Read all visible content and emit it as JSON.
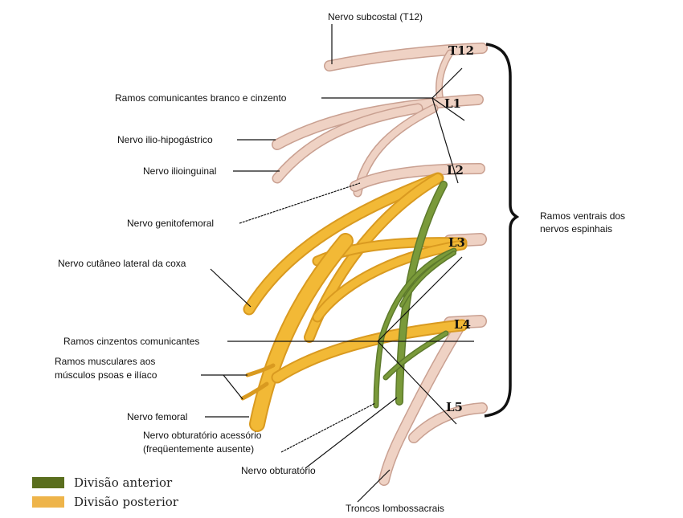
{
  "colors": {
    "nerve_sensory": "#efd2c4",
    "nerve_sensory_edge": "#c9a091",
    "anterior_division": "#7a9a3a",
    "anterior_division_edge": "#5d7a2c",
    "posterior_division": "#f2b936",
    "posterior_division_edge": "#d99a20",
    "legend_anterior": "#5a6e1e",
    "legend_posterior": "#eeb44a",
    "leader_line": "#111111"
  },
  "roots": [
    "T12",
    "L1",
    "L2",
    "L3",
    "L4",
    "L5"
  ],
  "labels": {
    "subcostal": "Nervo subcostal (T12)",
    "rami_white_gray": "Ramos comunicantes branco e cinzento",
    "iliohypogastric": "Nervo ilio-hipogástrico",
    "ilioinguinal": "Nervo ilioinguinal",
    "genitofemoral": "Nervo genitofemoral",
    "lateral_cutaneous": "Nervo cutâneo lateral da coxa",
    "gray_rami": "Ramos cinzentos comunicantes",
    "muscular_branches_line1": "Ramos musculares aos",
    "muscular_branches_line2": "músculos psoas e ilíaco",
    "femoral": "Nervo femoral",
    "accessory_obturator_line1": "Nervo obturatório acessório",
    "accessory_obturator_line2": "(freqüentemente ausente)",
    "obturator": "Nervo obturatório",
    "lumbosacral_trunks": "Troncos lombossacrais",
    "ventral_rami_line1": "Ramos ventrais dos",
    "ventral_rami_line2": "nervos espinhais"
  },
  "legend": [
    {
      "label": "Divisão anterior",
      "color": "#5a6e1e"
    },
    {
      "label": "Divisão posterior",
      "color": "#eeb44a"
    }
  ]
}
